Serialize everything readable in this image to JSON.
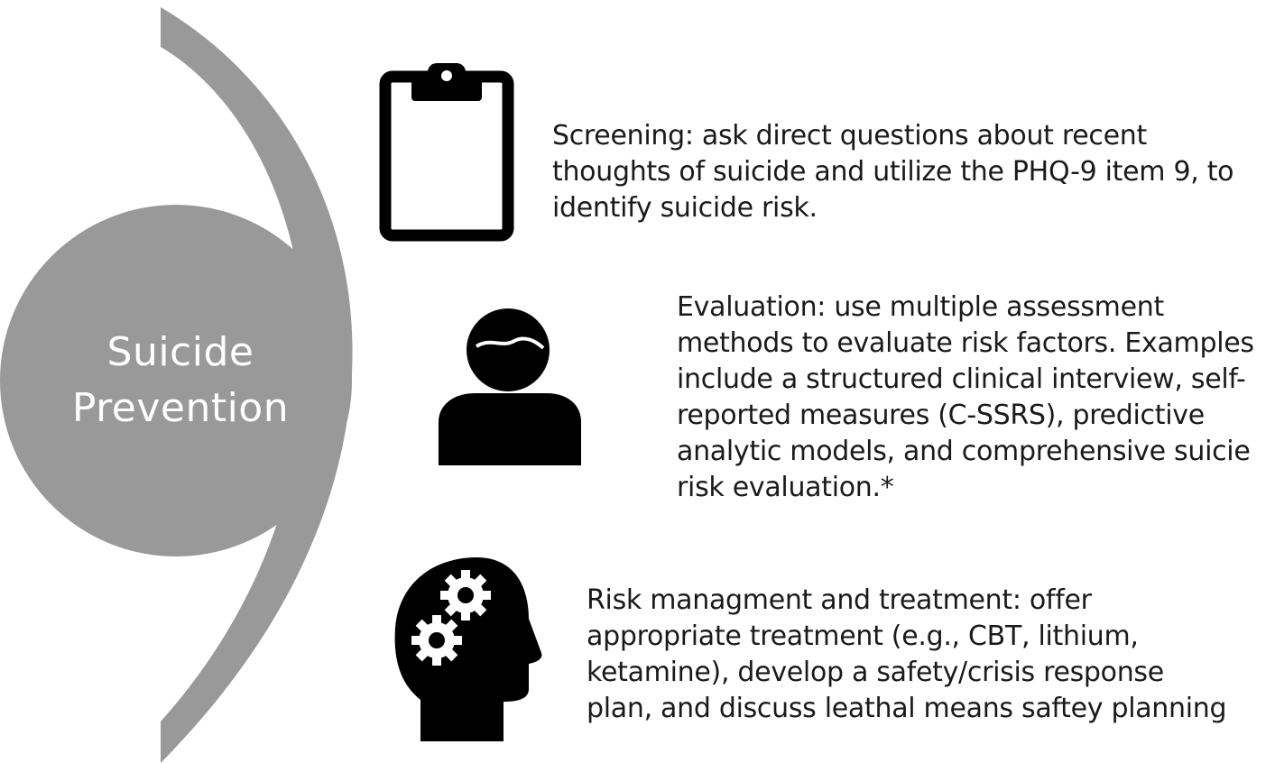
{
  "center": {
    "title_line1": "Suicide",
    "title_line2": "Prevention"
  },
  "steps": [
    {
      "icon": "clipboard-icon",
      "text": "Screening: ask direct questions about recent\nthoughts of suicide and utilize the PHQ-9 item 9, to\nidentify suicide risk."
    },
    {
      "icon": "person-icon",
      "text": "Evaluation: use multiple assessment\nmethods to evaluate risk factors. Examples\ninclude a structured clinical interview, self-\nreported measures (C-SSRS),  predictive\nanalytic models, and comprehensive suicie\nrisk evaluation.*"
    },
    {
      "icon": "head-gears-icon",
      "text": "Risk managment and treatment: offer\nappropriate treatment (e.g., CBT, lithium,\nketamine), develop a safety/crisis response\nplan, and discuss leathal means saftey planning"
    }
  ],
  "colors": {
    "circle": "#999999",
    "arc": "#999999",
    "icon": "#000000",
    "title_text": "#ffffff",
    "body_text": "#1a1a1a"
  }
}
